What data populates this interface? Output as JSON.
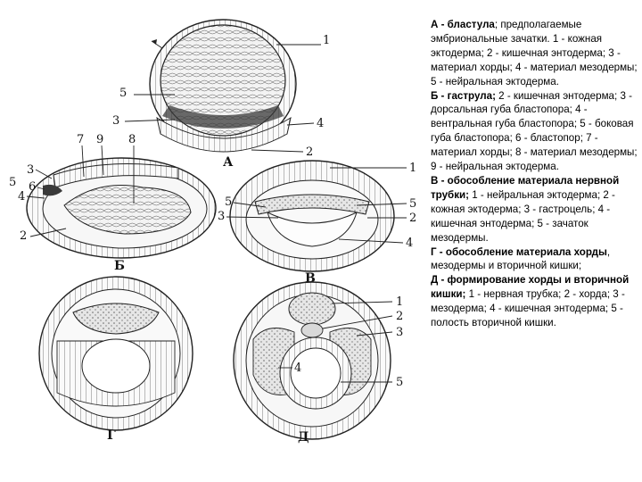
{
  "caption": {
    "a_title": "А - бластула",
    "a_text": "; предполагаемые эмбриональные зачатки.",
    "a_items": "1 - кожная эктодерма; 2 - кишечная энтодерма; 3 - материал хорды; 4 - материал мезодермы; 5 - нейральная эктодерма.",
    "b_title": "Б - гаструла;",
    "b_items": "2 - кишечная энтодерма; 3 - дорсальная губа бластопора; 4 - вентральная губа бластопора; 5 - боковая губа бластопора; 6 - бластопор; 7 - материал хорды; 8 - материал мезодермы; 9 - нейральная эктодерма.",
    "v_title": "В - обособление материала нервной трубки;",
    "v_items": "1 - нейральная эктодерма; 2 - кожная эктодерма; 3 - гастроцель; 4 - кишечная энтодерма; 5 - зачаток мезодермы.",
    "g_title": "Г - обособление материала хорды",
    "g_text": ", мезодермы и вторичной кишки;",
    "d_title": "Д - формирование хорды и вторичной кишки;",
    "d_items": "1 - нервная трубка; 2 - хорда; 3 - мезодерма; 4 - кишечная энтодерма; 5 - полость вторичной кишки."
  },
  "figure": {
    "panel_letters": [
      "А",
      "Б",
      "В",
      "Г",
      "Д"
    ],
    "a_labels": [
      "1",
      "5",
      "3",
      "4",
      "2"
    ],
    "b_labels": [
      "7",
      "9",
      "8",
      "3",
      "5",
      "6",
      "4",
      "2"
    ],
    "v_labels": [
      "1",
      "5",
      "3",
      "5",
      "2",
      "4"
    ],
    "d_labels": [
      "1",
      "2",
      "3",
      "4",
      "5"
    ]
  },
  "colors": {
    "ink": "#111111",
    "cell_fill": "#f4f4f4",
    "stipple": "#cfcfcf",
    "dark": "#3a3a3a"
  }
}
